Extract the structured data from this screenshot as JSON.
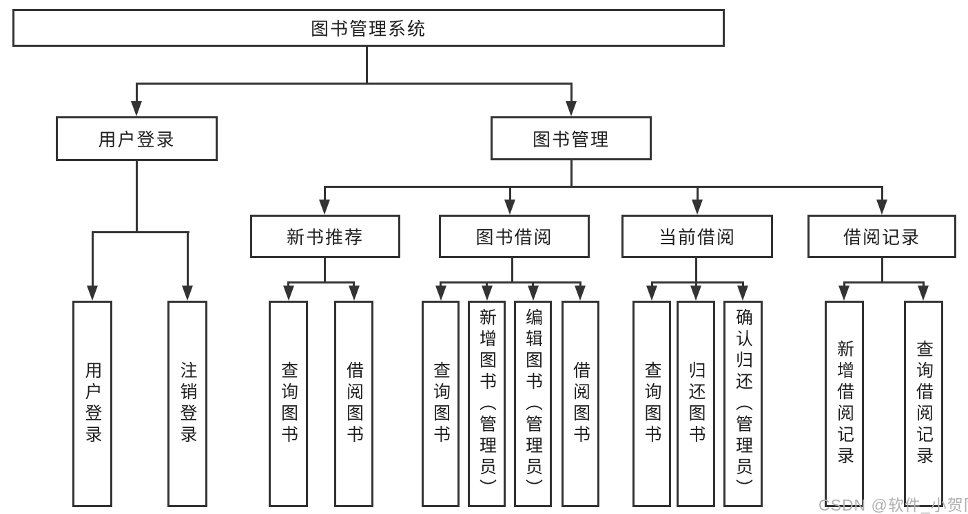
{
  "tree": {
    "root": "图书管理系统",
    "login": {
      "label": "用户登录",
      "children": [
        "用户登录",
        "注销登录"
      ]
    },
    "management": {
      "label": "图书管理",
      "groups": [
        {
          "label": "新书推荐",
          "children": [
            "查询图书",
            "借阅图书"
          ]
        },
        {
          "label": "图书借阅",
          "children": [
            "查询图书",
            "新增图书（管理员）",
            "编辑图书（管理员）",
            "借阅图书"
          ]
        },
        {
          "label": "当前借阅",
          "children": [
            "查询图书",
            "归还图书",
            "确认归还（管理员）"
          ]
        },
        {
          "label": "借阅记录",
          "children": [
            "新增借阅记录",
            "查询借阅记录"
          ]
        }
      ]
    }
  },
  "watermark": "CSDN @软件_小贺同学",
  "colors": {
    "line": "#333333",
    "text": "#1f1f1f",
    "watermark": "#b0b0b0",
    "background": "#ffffff"
  }
}
